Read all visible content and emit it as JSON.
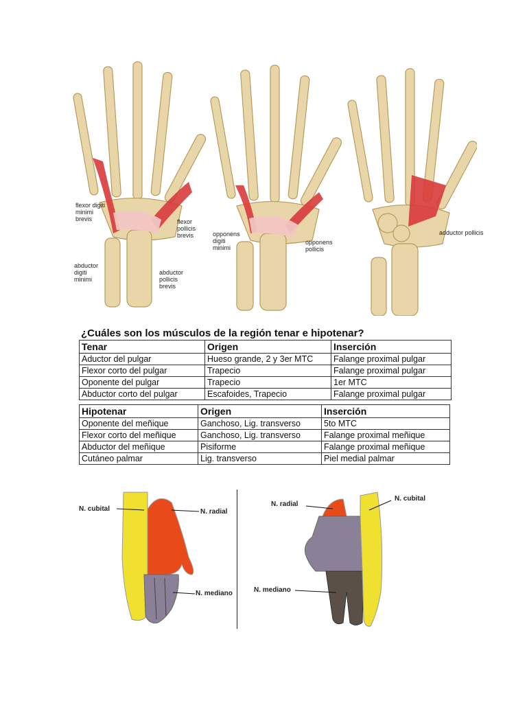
{
  "figures": {
    "hand1": {
      "labels": {
        "flexor_digiti": "flexor digiti minimi brevis",
        "flexor_pollicis": "flexor pollicis brevis",
        "abductor_digiti": "abductor digiti minimi",
        "abductor_pollicis": "abductor pollicis brevis"
      }
    },
    "hand2": {
      "labels": {
        "opponens_digiti": "opponens digiti minimi",
        "opponens_pollicis": "opponens pollicis"
      }
    },
    "hand3": {
      "labels": {
        "adductor_pollicis": "adductor pollicis"
      }
    }
  },
  "question": "¿Cuáles son los músculos de la región tenar e hipotenar?",
  "tenar_table": {
    "headers": [
      "Tenar",
      "Origen",
      "Inserción"
    ],
    "rows": [
      [
        "Aductor del pulgar",
        "Hueso grande, 2 y 3er MTC",
        "Falange proximal pulgar"
      ],
      [
        "Flexor corto del pulgar",
        "Trapecio",
        "Falange proximal pulgar"
      ],
      [
        "Oponente del pulgar",
        "Trapecio",
        "1er MTC"
      ],
      [
        "Abductor corto del pulgar",
        "Escafoides, Trapecio",
        "Falange proximal pulgar"
      ]
    ]
  },
  "hipotenar_table": {
    "headers": [
      "Hipotenar",
      "Origen",
      "Inserción"
    ],
    "rows": [
      [
        "Oponente del meñique",
        "Ganchoso, Lig. transverso",
        "5to MTC"
      ],
      [
        "Flexor corto del meñique",
        "Ganchoso, Lig. transverso",
        "Falange proximal meñique"
      ],
      [
        "Abductor del meñique",
        "Pisiforme",
        "Falange proximal meñique"
      ],
      [
        "Cutáneo palmar",
        "Lig. transverso",
        "Piel medial palmar"
      ]
    ]
  },
  "nerve_figures": {
    "left": {
      "cubital": "N. cubital",
      "radial": "N. radial",
      "mediano": "N. mediano"
    },
    "right": {
      "radial": "N. radial",
      "cubital": "N. cubital",
      "mediano": "N. mediano"
    }
  },
  "colors": {
    "bone": "#e8d6a8",
    "bone_shadow": "#b89a5e",
    "muscle": "#d83a3a",
    "ligament": "#f2c6c2",
    "cubital": "#f0e030",
    "radial": "#e84a1a",
    "mediano": "#8a8098"
  }
}
